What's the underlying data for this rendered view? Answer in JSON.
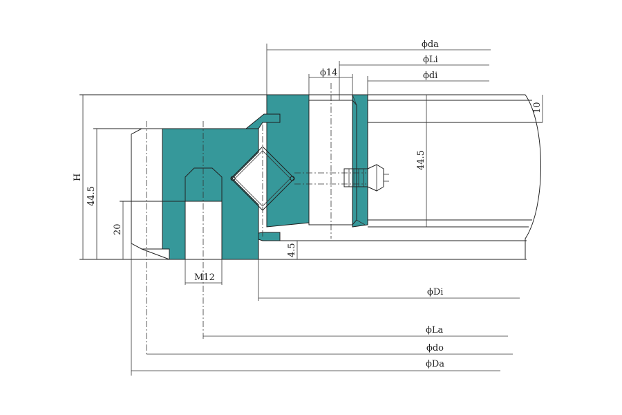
{
  "colors": {
    "section_fill": "#36989a",
    "line": "#222222",
    "background": "#ffffff"
  },
  "labels": {
    "da": "ϕda",
    "Li": "ϕLi",
    "di": "ϕdi",
    "hole_diameter": "ϕ14",
    "height": "H",
    "outer_ring_height": "44.5",
    "inner_ring_height": "44.5",
    "gear_width": "20",
    "thread": "M12",
    "gap": "4.5",
    "top_offset": "10",
    "Di": "ϕDi",
    "La": "ϕLa",
    "do": "ϕdo",
    "Da": "ϕDa"
  }
}
